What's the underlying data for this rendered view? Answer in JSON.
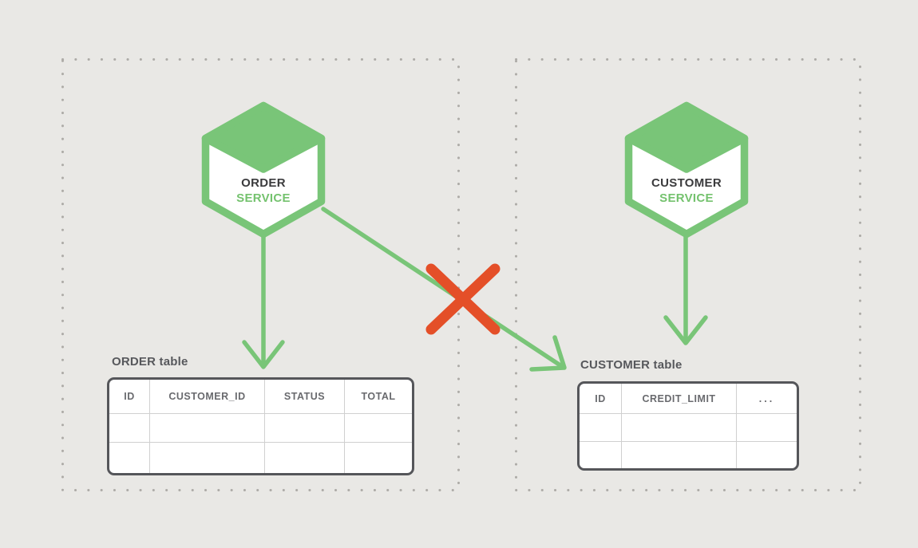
{
  "colors": {
    "background": "#e9e8e5",
    "accent_green": "#79c578",
    "forbidden_red": "#e44f28",
    "dotted_border_gray": "#adaba7",
    "table_border_dark": "#55565a",
    "table_grid_light": "#d0d0d0",
    "service_name_dark": "#3b3b3d",
    "title_gray": "#57585c",
    "header_gray": "#696a6e"
  },
  "left_boundary": {
    "service": {
      "name": "ORDER",
      "type_label": "SERVICE"
    },
    "table": {
      "title": "ORDER table",
      "columns": [
        "ID",
        "CUSTOMER_ID",
        "STATUS",
        "TOTAL"
      ],
      "rows": [
        [
          "",
          "",
          "",
          ""
        ],
        [
          "",
          "",
          "",
          ""
        ]
      ]
    }
  },
  "right_boundary": {
    "service": {
      "name": "CUSTOMER",
      "type_label": "SERVICE"
    },
    "table": {
      "title": "CUSTOMER table",
      "columns": [
        "ID",
        "CREDIT_LIMIT",
        "..."
      ],
      "rows": [
        [
          "",
          "",
          ""
        ],
        [
          "",
          "",
          ""
        ]
      ]
    }
  },
  "icons": {
    "order_service": "hexagon-cube-icon",
    "customer_service": "hexagon-cube-icon",
    "forbidden_cross": "red-x-icon"
  }
}
